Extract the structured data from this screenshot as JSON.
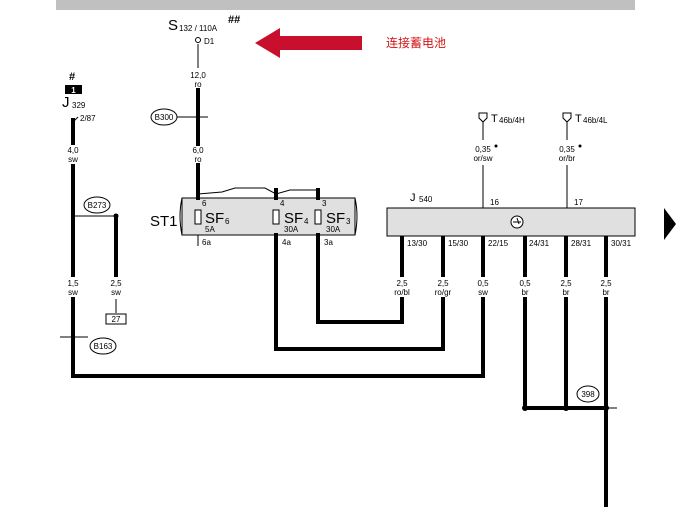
{
  "top_components": {
    "s132": {
      "label": "S",
      "sub": "132 / 110A",
      "mark": "##",
      "pin": "D1"
    },
    "j329": {
      "mark": "#",
      "badge": "1",
      "label": "J",
      "sub": "329",
      "pin": "2/87"
    },
    "t46b_4h": {
      "label": "T",
      "sub": "46b/4H"
    },
    "t46b_4l": {
      "label": "T",
      "sub": "46b/4L"
    }
  },
  "annotation": {
    "text": "连接蓄电池",
    "arrow_color": "#c8102e"
  },
  "wires": {
    "w_s132": {
      "size": "12,0",
      "color": "ro"
    },
    "w_s132_b": {
      "size": "6,0",
      "color": "ro"
    },
    "w_j329": {
      "size": "4,0",
      "color": "sw"
    },
    "w_j329_b": {
      "size": "1,5",
      "color": "sw"
    },
    "w_b273": {
      "size": "2,5",
      "color": "sw"
    },
    "w_t4h": {
      "size": "0,35",
      "color": "or/sw"
    },
    "w_t4l": {
      "size": "0,35",
      "color": "or/br"
    },
    "w_1330": {
      "size": "2,5",
      "color": "ro/bl"
    },
    "w_1530": {
      "size": "2,5",
      "color": "ro/gr"
    },
    "w_2215": {
      "size": "0,5",
      "color": "sw"
    },
    "w_2431": {
      "size": "0,5",
      "color": "br"
    },
    "w_2831": {
      "size": "2,5",
      "color": "br"
    },
    "w_3031": {
      "size": "2,5",
      "color": "br"
    }
  },
  "junctions": {
    "b300": "B300",
    "b273": "B273",
    "b163": "B163",
    "n398": "398"
  },
  "box27": "27",
  "st1": {
    "label": "ST1",
    "fuses": [
      {
        "name": "SF",
        "sub": "6",
        "amp": "5A",
        "pin_top": "6",
        "pin_bot": "6a"
      },
      {
        "name": "SF",
        "sub": "4",
        "amp": "30A",
        "pin_top": "4",
        "pin_bot": "4a"
      },
      {
        "name": "SF",
        "sub": "3",
        "amp": "30A",
        "pin_top": "3",
        "pin_bot": "3a"
      }
    ]
  },
  "j540": {
    "label": "J",
    "sub": "540",
    "top_pins": [
      "16",
      "17"
    ],
    "bottom_pins": [
      "13/30",
      "15/30",
      "22/15",
      "24/31",
      "28/31",
      "30/31"
    ]
  },
  "colors": {
    "rule": "#c0c0c0",
    "module_fill": "#e0e0e0",
    "annotation_text": "#d21616"
  }
}
